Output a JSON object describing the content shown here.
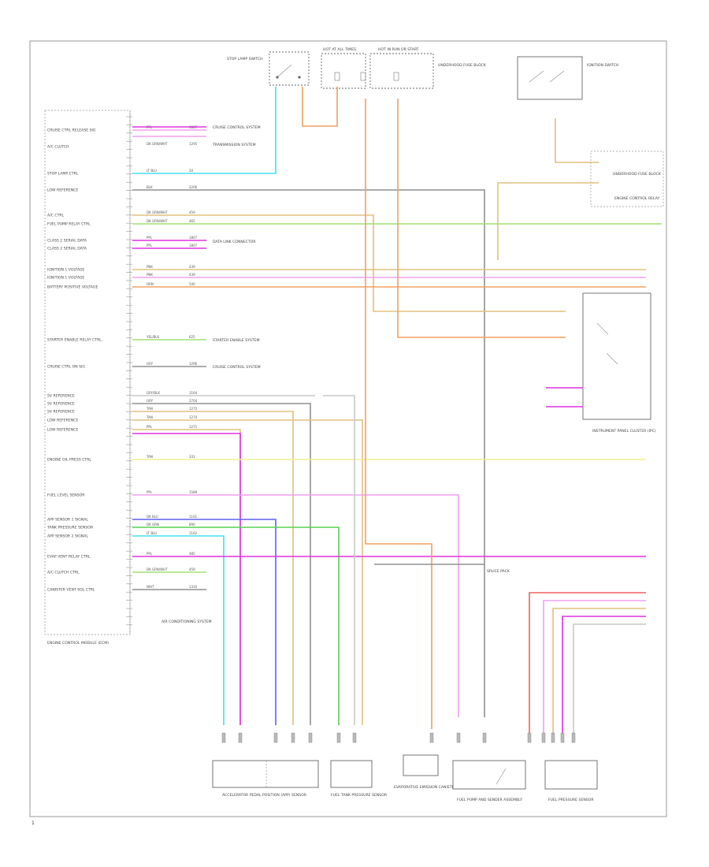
{
  "colors": {
    "pink": "#f0a0f0",
    "magenta": "#e030e0",
    "cyan": "#40e0f0",
    "green": "#58d050",
    "blue": "#6060f0",
    "orange": "#f0a060",
    "tan": "#e0c080",
    "yellow": "#f0f090",
    "lightgreen": "#a0e070",
    "gray": "#909090",
    "red": "#f06060",
    "lightgray": "#c8c8c8"
  },
  "fig_no": "1",
  "ecm_caption": "ENGINE CONTROL MODULE (ECM)",
  "left_labels": [
    "CRUISE CTRL RELEASE SIG",
    "A/C CLUTCH",
    "STOP LAMP CTRL",
    "LOW REFERENCE",
    "A/C CTRL",
    "FUEL PUMP RELAY CTRL",
    "CLASS 2 SERIAL DATA",
    "CLASS 2 SERIAL DATA",
    "IGNITION 1 VOLTAGE",
    "IGNITION 1 VOLTAGE",
    "BATTERY POSITIVE VOLTAGE",
    "STARTER ENABLE RELAY CTRL",
    "CRUISE CTRL ON SIG",
    "5V REFERENCE",
    "5V REFERENCE",
    "5V REFERENCE",
    "LOW REFERENCE",
    "LOW REFERENCE",
    "ENGINE OIL PRESS CTRL",
    "FUEL LEVEL SENSOR",
    "APP SENSOR 1 SIGNAL",
    "TANK PRESSURE SENSOR",
    "APP SENSOR 2 SIGNAL",
    "EVAP VENT RELAY CTRL",
    "A/C CLUTCH CTRL",
    "CANISTER VENT SOL CTRL"
  ],
  "wire_codes": [
    {
      "color": "PPL",
      "circuit": "1807"
    },
    {
      "color": "DK GRN/WHT",
      "circuit": "1295"
    },
    {
      "color": "LT BLU",
      "circuit": "20"
    },
    {
      "color": "BLK",
      "circuit": "2206"
    },
    {
      "color": "DK GRN/WHT",
      "circuit": "459"
    },
    {
      "color": "DK GRN/WHT",
      "circuit": "465"
    },
    {
      "color": "PPL",
      "circuit": "1807"
    },
    {
      "color": "PPL",
      "circuit": "1807"
    },
    {
      "color": "PNK",
      "circuit": "439"
    },
    {
      "color": "PNK",
      "circuit": "439"
    },
    {
      "color": "ORN",
      "circuit": "540"
    },
    {
      "color": "YEL/BLK",
      "circuit": "625"
    },
    {
      "color": "GRY",
      "circuit": "1296"
    },
    {
      "color": "GRY/BLK",
      "circuit": "1164"
    },
    {
      "color": "GRY",
      "circuit": "2704"
    },
    {
      "color": "TAN",
      "circuit": "1272"
    },
    {
      "color": "TAN",
      "circuit": "1274"
    },
    {
      "color": "PPL",
      "circuit": "1271"
    },
    {
      "color": "TAN",
      "circuit": "331"
    },
    {
      "color": "PPL",
      "circuit": "1589"
    },
    {
      "color": "DK BLU",
      "circuit": "1161"
    },
    {
      "color": "DK GRN",
      "circuit": "890"
    },
    {
      "color": "LT BLU",
      "circuit": "1162"
    },
    {
      "color": "PPL",
      "circuit": "485"
    },
    {
      "color": "DK GRN/WHT",
      "circuit": "459"
    },
    {
      "color": "WHT",
      "circuit": "1310"
    }
  ],
  "side_refs": [
    "CRUISE CONTROL SYSTEM",
    "TRANSMISSION SYSTEM",
    "DATA LINK CONNECTOR",
    "STARTER ENABLE SYSTEM",
    "CRUISE CONTROL SYSTEM",
    "AIR CONDITIONING SYSTEM"
  ],
  "top_labels": [
    "STOP LAMP SWITCH",
    "HOT AT ALL TIMES",
    "HOT IN RUN OR START",
    "IGNITION SWITCH",
    "UNDERHOOD FUSE BLOCK"
  ],
  "right_labels": [
    "ENGINE CONTROL RELAY",
    "UNDERHOOD FUSE BLOCK",
    "INSTRUMENT PANEL CLUSTER (IPC)"
  ],
  "components": [
    "ACCELERATOR PEDAL POSITION (APP) SENSOR",
    "FUEL TANK PRESSURE SENSOR",
    "EVAPORATIVE EMISSION CANISTER VENT SOLENOID",
    "FUEL PUMP AND SENDER ASSEMBLY",
    "FUEL PRESSURE SENSOR"
  ],
  "splice_note": "SPLICE PACK"
}
